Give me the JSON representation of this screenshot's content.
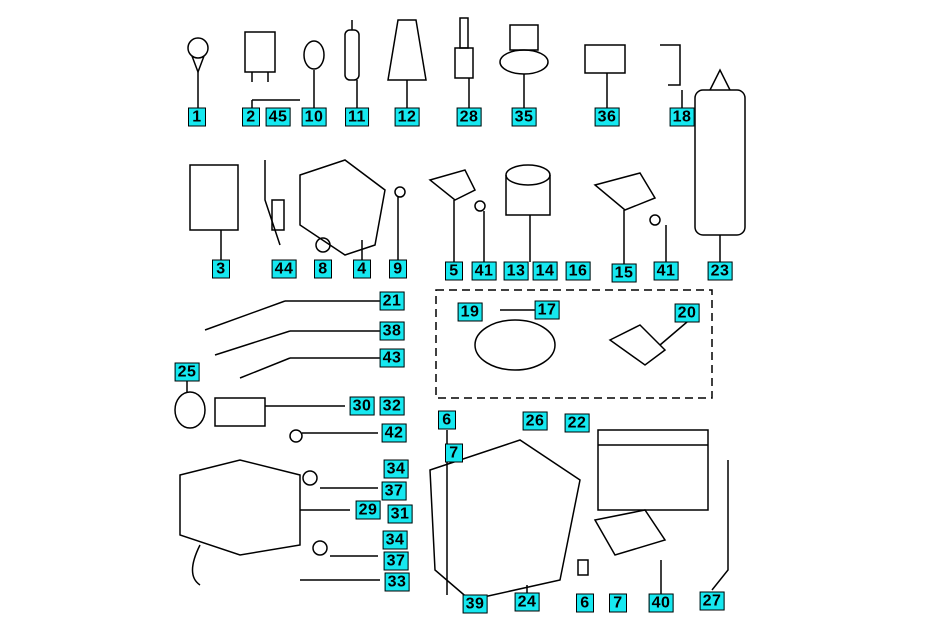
{
  "title": "Electrical parts exploded view",
  "colors": {
    "label_fill": "#16e8f0",
    "label_border": "#000000",
    "line": "#000000"
  },
  "labels": [
    "1",
    "2",
    "45",
    "10",
    "11",
    "12",
    "28",
    "35",
    "36",
    "18",
    "3",
    "44",
    "8",
    "4",
    "9",
    "5",
    "41",
    "13",
    "14",
    "16",
    "15",
    "41",
    "23",
    "21",
    "19",
    "17",
    "20",
    "38",
    "43",
    "25",
    "30",
    "32",
    "42",
    "6",
    "26",
    "22",
    "7",
    "34",
    "37",
    "29",
    "31",
    "34",
    "37",
    "33",
    "39",
    "24",
    "6",
    "7",
    "40",
    "27"
  ]
}
